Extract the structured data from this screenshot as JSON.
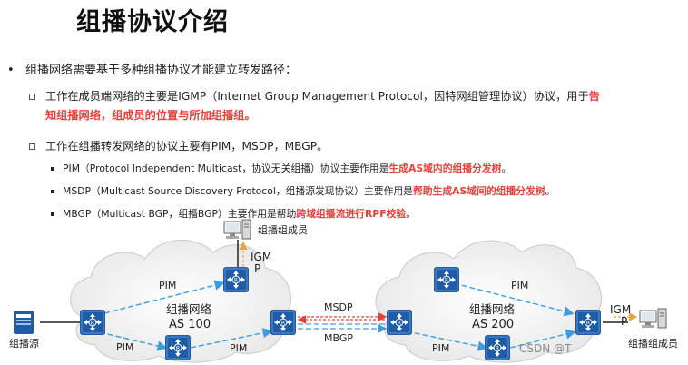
{
  "title": "组播协议介绍",
  "point1": "组播网络需要基于多种组播协议才能建立转发路径：",
  "point2": {
    "text_a": "工作在成员端网络的主要是IGMP（Internet Group Management Protocol，因特网组管理协议）协议，用于",
    "red_a": "告",
    "red_b": "知组播网络，组成员的位置与所加组播组。"
  },
  "point3": "工作在组播转发网络的协议主要有PIM，MSDP，MBGP。",
  "pim": {
    "text": "PIM（Protocol Independent Multicast，协议无关组播）协议主要作用是",
    "red": "生成AS域内的组播分发树",
    "end": "。"
  },
  "msdp": {
    "text": "MSDP（Multicast Source Discovery Protocol，组播源发现协议）主要作用是",
    "red": "帮助生成AS域间的组播分发树",
    "end": "。"
  },
  "mbgp": {
    "text": "MBGP（Multicast BGP，组播BGP）主要作用是帮助",
    "red": "跨域组播流进行RPF校验",
    "end": "。"
  },
  "diagram": {
    "member_top": "组播组成员",
    "igmp_top_1": "IGM",
    "igmp_top_2": "P",
    "as_left_1": "组播网络",
    "as_left_2": "AS 100",
    "as_right_1": "组播网络",
    "as_right_2": "AS 200",
    "pim": "PIM",
    "msdp": "MSDP",
    "mbgp": "MBGP",
    "source": "组播源",
    "igmp_right_1": "IGM",
    "igmp_right_2": "P",
    "member_right": "组播组成员",
    "watermark": "CSDN @T"
  },
  "colors": {
    "router": "#1f5ca8",
    "pim_link": "#3d9be0",
    "red": "#e5413b",
    "igmp_link": "#e8a33b"
  }
}
